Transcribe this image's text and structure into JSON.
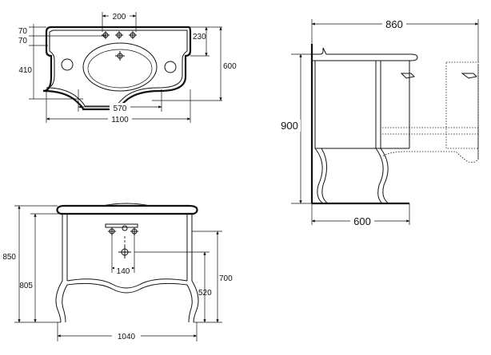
{
  "top_view": {
    "dims": {
      "faucet_spacing": "200",
      "edge_to_tap_row": "70",
      "tap_row_to_hole": "70",
      "bowl_depth": "410",
      "back_step": "230",
      "overall_depth": "600",
      "cabinet_width": "570",
      "overall_width": "1100"
    }
  },
  "side_view": {
    "dims": {
      "overall_depth": "860",
      "height": "900",
      "cabinet_depth": "600"
    }
  },
  "front_view": {
    "dims": {
      "overall_height": "850",
      "cabinet_height": "805",
      "drain_spacing": "140",
      "drawer_height": "700",
      "leg_height": "520",
      "base_width": "1040"
    }
  },
  "colors": {
    "line": "#111111",
    "background": "#ffffff"
  }
}
